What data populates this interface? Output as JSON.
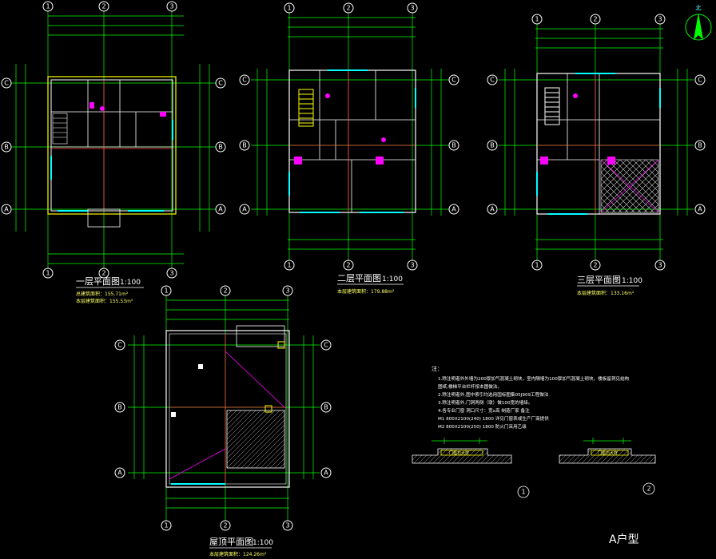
{
  "drawing": {
    "unit_title": "A户型",
    "north_label": "北"
  },
  "plans": [
    {
      "id": "floor1",
      "title": "一层平面图",
      "scale": "1:100",
      "area_line1": "总建筑面积：155.71m²",
      "area_line2": "本层建筑面积：155.53m²"
    },
    {
      "id": "floor2",
      "title": "二层平面图",
      "scale": "1:100",
      "area_line1": "本层建筑面积：179.88m²"
    },
    {
      "id": "floor3",
      "title": "三层平面图",
      "scale": "1:100",
      "area_line1": "本层建筑面积：133.16m²"
    },
    {
      "id": "roof",
      "title": "屋顶平面图",
      "scale": "1:100",
      "area_line1": "本层建筑面积：124.26m²"
    }
  ],
  "grid_labels": {
    "axes_letters": [
      "A",
      "B",
      "C"
    ],
    "axes_numbers": [
      "1",
      "2",
      "3"
    ]
  },
  "notes": {
    "heading": "注：",
    "lines": [
      "1.除注明者外外墙为200厚加气混凝土砌块，室内隔墙为100厚加气混凝土砌块，楼板留洞见结构",
      "图纸,楼梯平台栏杆按本图做法。",
      "2.除注明者外,图中索引均选用国标图集05J909工程做法",
      "3.除注明者外,门洞两侧（墩）做100宽的墙垛。",
      "4.各专业门窗    洞口尺寸：宽x高      制造厂家         备注",
      "  M1    800X2100(240)    1800        详见门窗表或生产厂商提供",
      "  M2    800X2100(250)    1800        防火门采用乙级"
    ]
  },
  "details": [
    {
      "id": "detail1",
      "label": "1",
      "text": "门槛石大样"
    },
    {
      "id": "detail2",
      "label": "2",
      "text": "门槛石大样"
    }
  ]
}
